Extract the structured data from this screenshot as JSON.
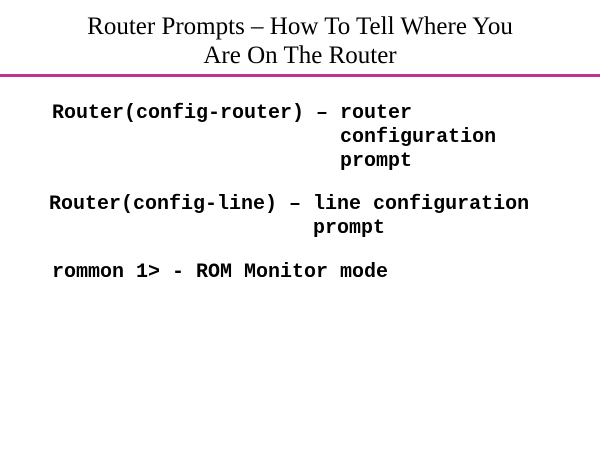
{
  "slide": {
    "title": {
      "line1": "Router Prompts – How To Tell Where You",
      "line2": "Are On The Router"
    },
    "body": {
      "blocks": [
        {
          "text": "Router(config-router) – router\n                        configuration\n                        prompt"
        },
        {
          "text": "Router(config-line) – line configuration\n                      prompt"
        },
        {
          "text": "rommon 1> - ROM Monitor mode"
        }
      ]
    }
  },
  "colors": {
    "divider": "#C0318C",
    "title_text": "#000000",
    "body_text": "#000000",
    "background": "#FFFFFF"
  }
}
